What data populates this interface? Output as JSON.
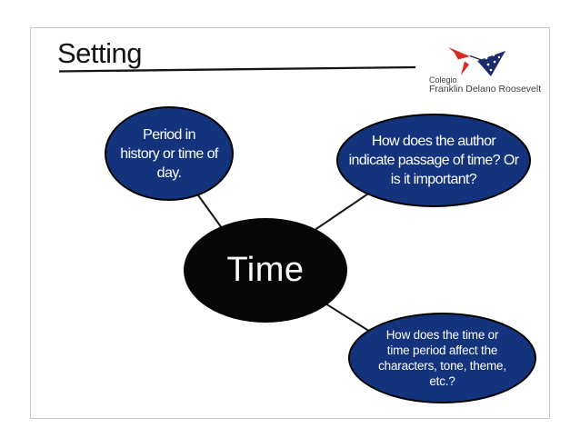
{
  "slide": {
    "title": "Setting"
  },
  "logo": {
    "institution": "Colegio",
    "name": "Franklin Delano Roosevelt",
    "icon": "flag-pennant-icon",
    "colors": {
      "red": "#d92a21",
      "blue": "#1c2a6e",
      "text": "#3d3d3d"
    }
  },
  "diagram": {
    "center": {
      "label": "Time",
      "fill": "#060606",
      "text_color": "#fbfbfb"
    },
    "node_fill": "#14337d",
    "node_outline": "#000000",
    "node_text_color": "#fdfdfd",
    "nodes": [
      {
        "id": "period",
        "text": "Period in\nhistory or time of\nday."
      },
      {
        "id": "passage",
        "text": "How does the author\nindicate passage of time? Or\nis it important?"
      },
      {
        "id": "affect",
        "text": "How does the time or\ntime period affect the\ncharacters, tone, theme,\netc.?"
      }
    ]
  }
}
